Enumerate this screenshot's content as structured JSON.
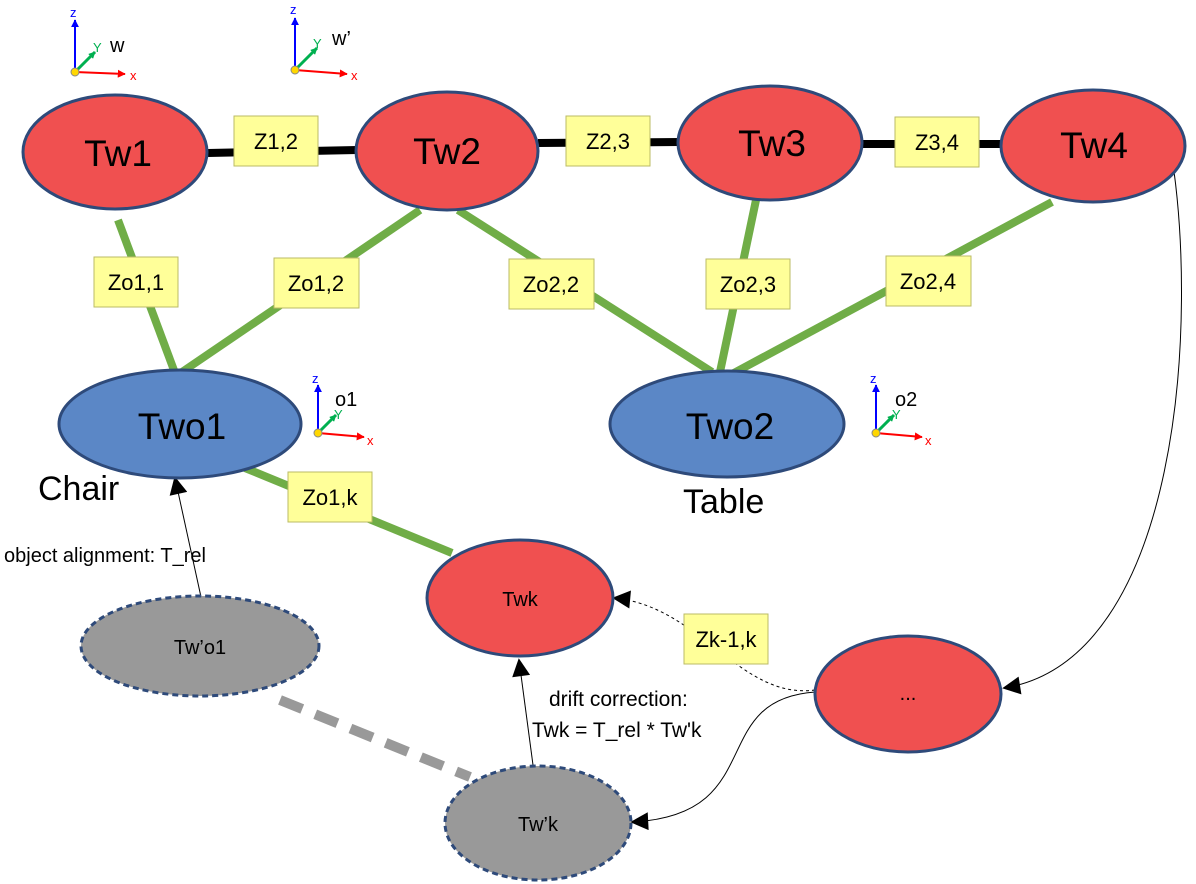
{
  "frames": [
    {
      "label": "w"
    },
    {
      "label": "w’"
    },
    {
      "label": "o1"
    },
    {
      "label": "o2"
    }
  ],
  "axis_labels": {
    "x": "x",
    "y": "Y",
    "z": "z"
  },
  "nodes": {
    "tw1": "Tw1",
    "tw2": "Tw2",
    "tw3": "Tw3",
    "tw4": "Tw4",
    "two1": "Two1",
    "two2": "Two2",
    "twk": "Twk",
    "dots": "...",
    "twpo1": "Tw’o1",
    "twpk": "Tw’k"
  },
  "edge_labels": {
    "z12": "Z1,2",
    "z23": "Z2,3",
    "z34": "Z3,4",
    "zo11": "Zo1,1",
    "zo12": "Zo1,2",
    "zo22": "Zo2,2",
    "zo23": "Zo2,3",
    "zo24": "Zo2,4",
    "zo1k": "Zo1,k",
    "zk1k": "Zk-1,k"
  },
  "annotations": {
    "chair": "Chair",
    "table": "Table",
    "object_alignment": "object alignment: T_rel",
    "drift_line1": "drift correction:",
    "drift_line2": "Twk = T_rel * Tw'k"
  },
  "colors": {
    "pose_node": "#f05050",
    "object_node": "#5b87c6",
    "ghost_node": "#999999",
    "node_stroke": "#2e4a7a",
    "odometry_edge": "#000000",
    "observation_edge": "#70ad47",
    "label_box": "#ffff99",
    "axis_x": "#ff0000",
    "axis_y": "#00b050",
    "axis_z": "#0000ff",
    "frame_origin": "#ffd700"
  }
}
